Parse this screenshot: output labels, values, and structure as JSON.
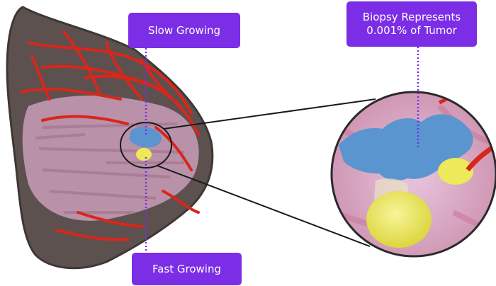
{
  "labels": {
    "slow_growing": "Slow Growing",
    "fast_growing": "Fast Growing",
    "biopsy_line1": "Biopsy Represents",
    "biopsy_line2": "0.001% of Tumor"
  },
  "colors": {
    "label_background": "#7b2ee6",
    "label_text": "#ffffff",
    "tissue_outline": "#4a3d3b",
    "vessels": "#d9261c",
    "tissue_pink": "#dba6c9",
    "slow_region": "#5b95cf",
    "fast_region": "#ecea5a",
    "leader_line": "#7b2ee6",
    "zoom_lines": "#1a1a1a"
  }
}
